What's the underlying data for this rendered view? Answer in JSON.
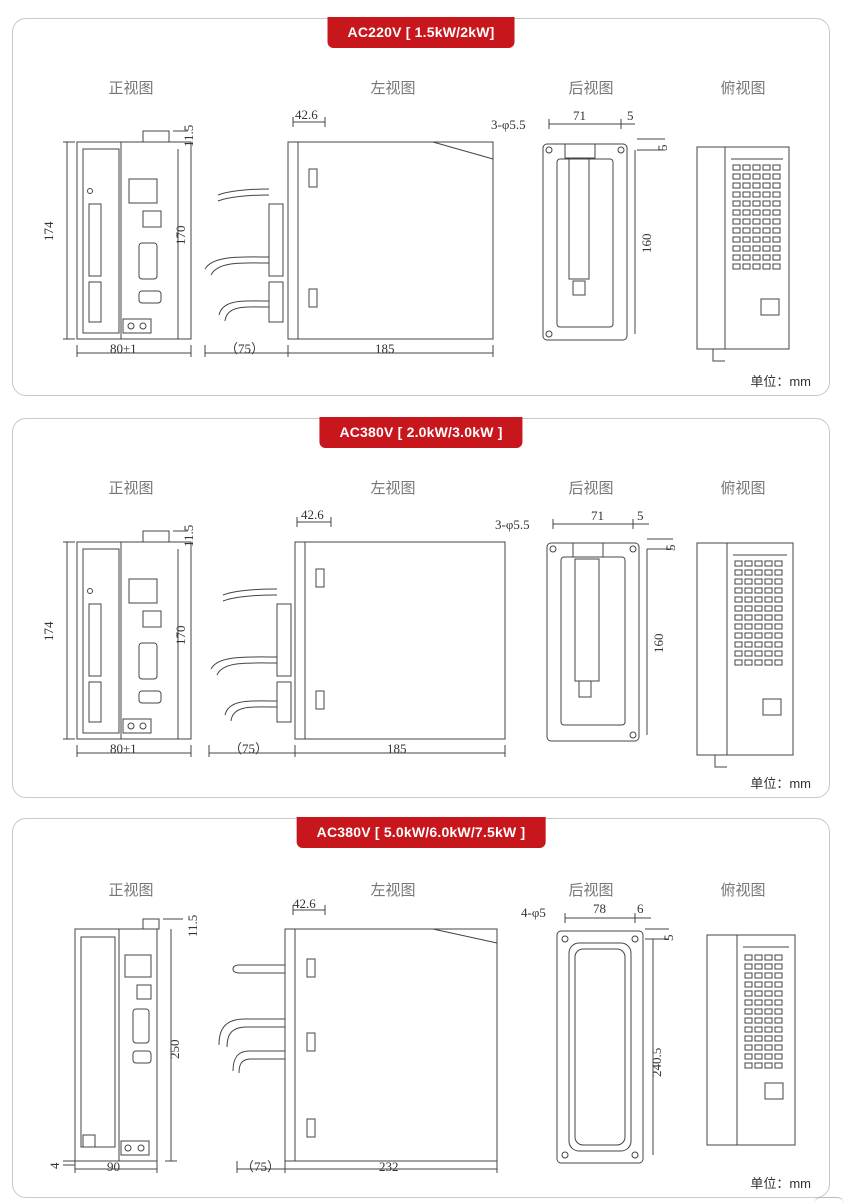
{
  "sections": [
    {
      "tag": "AC220V [ 1.5kW/2kW]",
      "views": [
        "正视图",
        "左视图",
        "后视图",
        "俯视图"
      ],
      "unit": "单位：mm",
      "dims": {
        "front_height": "174",
        "front_inner": "170",
        "front_top": "11.5",
        "front_width": "80±1",
        "left_top": "42.6",
        "left_cable": "（75）",
        "left_depth": "185",
        "back_holes": "3-φ5.5",
        "back_width": "71",
        "back_edge": "5",
        "back_top": "5",
        "back_height": "160"
      }
    },
    {
      "tag": "AC380V [ 2.0kW/3.0kW ]",
      "views": [
        "正视图",
        "左视图",
        "后视图",
        "俯视图"
      ],
      "unit": "单位：mm",
      "dims": {
        "front_height": "174",
        "front_inner": "170",
        "front_top": "11.5",
        "front_width": "80±1",
        "left_top": "42.6",
        "left_cable": "（75）",
        "left_depth": "185",
        "back_holes": "3-φ5.5",
        "back_width": "71",
        "back_edge": "5",
        "back_top": "5",
        "back_height": "160"
      }
    },
    {
      "tag": "AC380V [ 5.0kW/6.0kW/7.5kW ]",
      "views": [
        "正视图",
        "左视图",
        "后视图",
        "俯视图"
      ],
      "unit": "单位：mm",
      "dims": {
        "front_height": "250",
        "front_bottom": "4",
        "front_top": "11.5",
        "front_width": "90",
        "left_top": "42.6",
        "left_cable": "（75）",
        "left_depth": "232",
        "back_holes": "4-φ5",
        "back_width": "78",
        "back_edge": "6",
        "back_top": "5",
        "back_height": "240.5"
      }
    }
  ]
}
